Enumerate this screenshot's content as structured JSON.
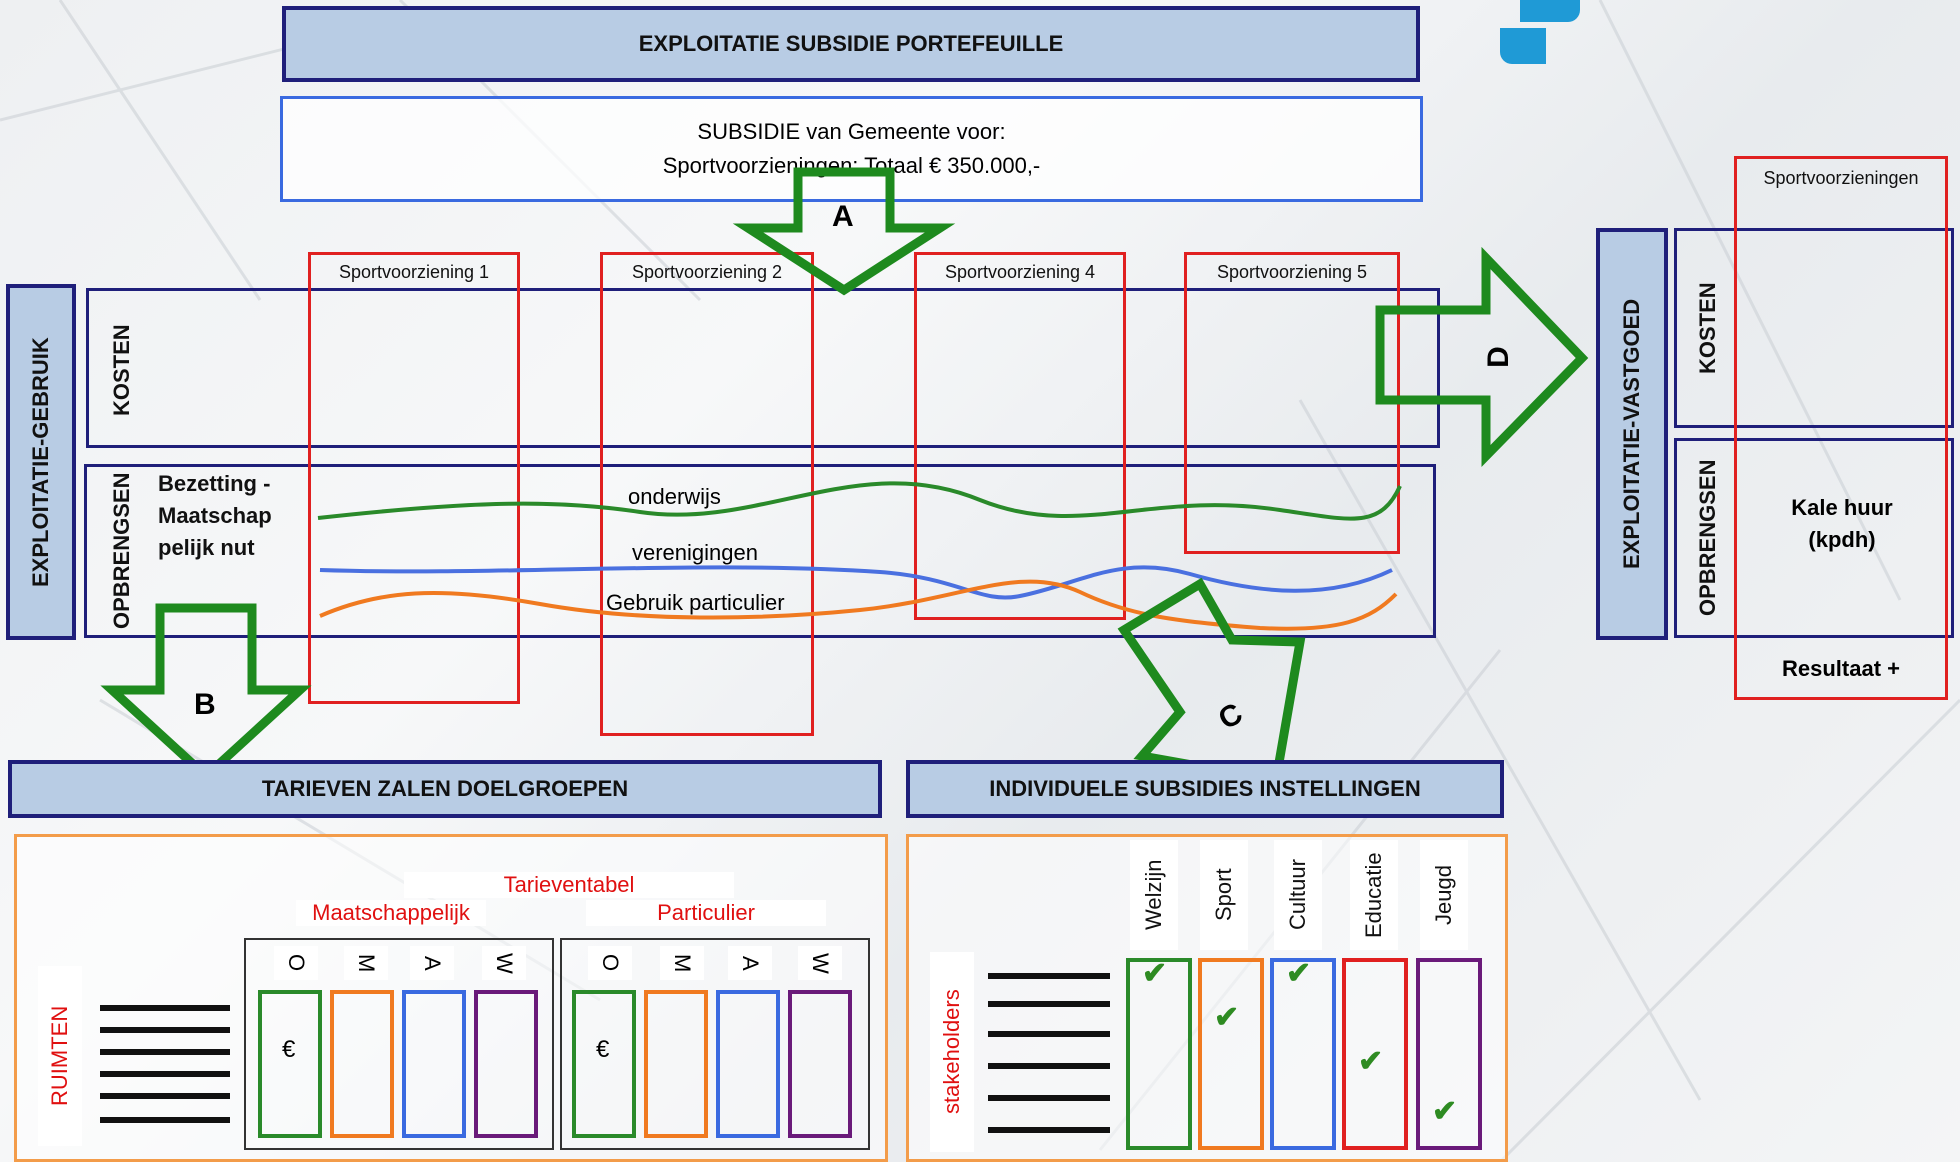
{
  "header": {
    "title": "EXPLOITATIE SUBSIDIE PORTEFEUILLE"
  },
  "subsidy": {
    "line1": "SUBSIDIE van Gemeente voor:",
    "line2": "Sportvoorzieningen: Totaal € 350.000,-"
  },
  "sidebar_left": {
    "label": "EXPLOITATIE-GEBRUIK"
  },
  "rows": {
    "kosten": "KOSTEN",
    "opbrengsten": "OPBRENGSEN"
  },
  "bezetting": {
    "text": "Bezetting - Maatschap pelijk nut"
  },
  "facilities": [
    {
      "label": "Sportvoorziening 1"
    },
    {
      "label": "Sportvoorziening 2"
    },
    {
      "label": "Sportvoorziening 4"
    },
    {
      "label": "Sportvoorziening 5"
    }
  ],
  "flows": {
    "onderwijs": "onderwijs",
    "verenigingen": "verenigingen",
    "particulier": "Gebruik particulier"
  },
  "arrows": {
    "a": "A",
    "b": "B",
    "c": "C",
    "d": "D"
  },
  "right": {
    "sidebar_label": "EXPLOITATIE-VASTGOED",
    "column_title": "Sportvoorzieningen",
    "kosten": "KOSTEN",
    "opbrengsten": "OPBRENGSEN",
    "kale_huur": "Kale huur (kpdh)",
    "resultaat": "Resultaat +"
  },
  "tarieven": {
    "header": "TARIEVEN ZALEN DOELGROEPEN",
    "table_title": "Tarieventabel",
    "group1": "Maatschappelijk",
    "group2": "Particulier",
    "rows_label": "RUIMTEN",
    "letters": [
      "O",
      "M",
      "A",
      "W"
    ],
    "currency": "€"
  },
  "subsidies": {
    "header": "INDIVIDUELE SUBSIDIES INSTELLINGEN",
    "rows_label": "stakeholders",
    "categories": [
      "Welzijn",
      "Sport",
      "Cultuur",
      "Educatie",
      "Jeugd"
    ],
    "check": "✔"
  },
  "colors": {
    "navy": "#1f1f7a",
    "header_fill": "#b8cce4",
    "red": "#e02020",
    "green_arrow": "#1e8a1e",
    "line_green": "#2a8a2a",
    "line_blue": "#4a70e0",
    "line_orange": "#f07a20",
    "col_green": "#2a8a2a",
    "col_orange": "#f07a20",
    "col_blue": "#3a6ae0",
    "col_purple": "#6a1a7a",
    "col_red": "#e02020"
  }
}
